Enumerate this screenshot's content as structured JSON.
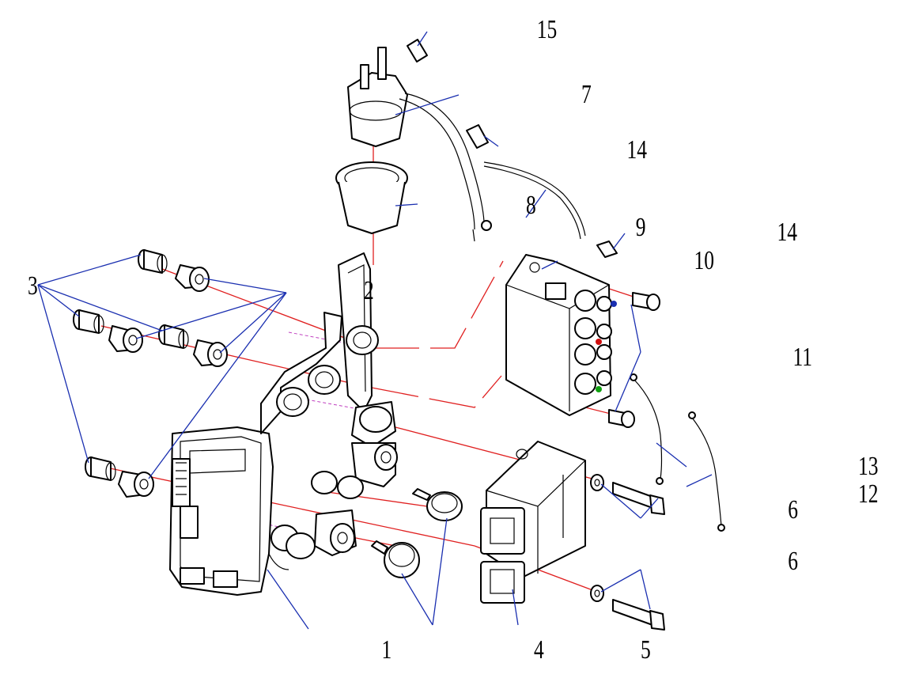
{
  "diagram": {
    "callouts": [
      "1",
      "2",
      "3",
      "4",
      "5",
      "6",
      "6",
      "7",
      "8",
      "9",
      "10",
      "11",
      "12",
      "13",
      "14",
      "14",
      "15"
    ]
  },
  "colors": {
    "axis_line": "#e02020",
    "leader_line": "#1a2fb0",
    "hidden_line": "#c040c0",
    "outline": "#000000",
    "indicator_blue": "#1a2fb0",
    "indicator_red": "#d01010",
    "indicator_green": "#10a010"
  }
}
